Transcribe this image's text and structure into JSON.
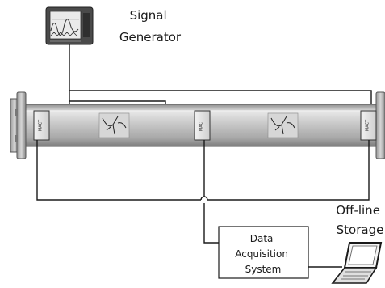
{
  "labels": {
    "signal_generator": [
      "Signal",
      "Generator"
    ],
    "off_line_storage": [
      "Off-line",
      "Storage"
    ],
    "data_acquisition_system": [
      "Data",
      "Acquisition",
      "System"
    ]
  },
  "sensor_label": "MACT",
  "colors": {
    "pipe_body": "#bdbdbd",
    "pipe_highlight": "#e6e6e6",
    "pipe_shadow": "#8f8f8f",
    "line": "#1a1a1a",
    "generator_case": "#4a4a4a",
    "generator_screen": "#eaeaea"
  },
  "icons": [
    "signal-generator-icon",
    "sensor-icon",
    "crack-icon",
    "flange-icon",
    "laptop-icon"
  ]
}
